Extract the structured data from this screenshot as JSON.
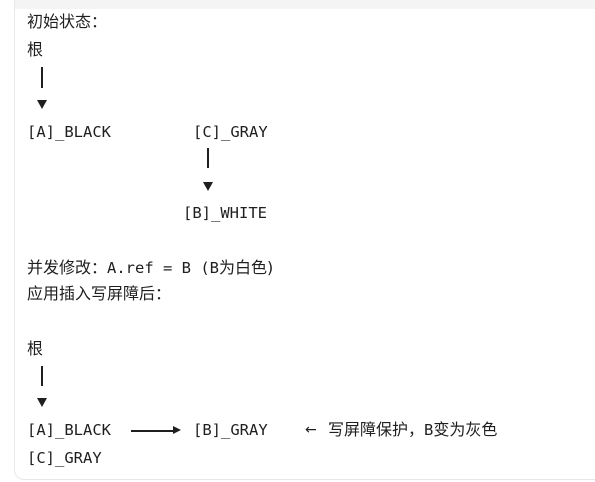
{
  "initial": {
    "heading": "初始状态：",
    "root": "根",
    "node_a": "[A]_BLACK",
    "node_c": "[C]_GRAY",
    "node_b": "[B]_WHITE"
  },
  "concurrent": {
    "prefix": "并发修改：",
    "code": "A.ref = B (B",
    "suffix": "为白色)"
  },
  "barrier": {
    "heading": "应用插入写屏障后：",
    "root": "根",
    "node_a": "[A]_BLACK",
    "node_b": "[B]_GRAY",
    "left_arrow": "←",
    "note_cn": "写屏障保护，",
    "note_b": "B",
    "note_tail": "变为灰色",
    "node_c": "[C]_GRAY"
  }
}
